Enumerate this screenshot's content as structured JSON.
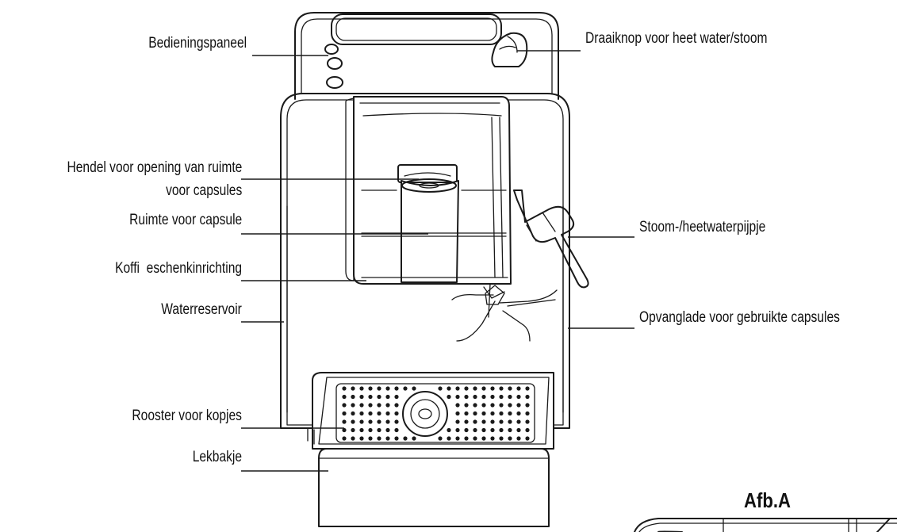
{
  "figure_label": "Afb.A",
  "callouts": {
    "control_panel": "Bedieningspaneel",
    "capsule_lever_line1": "Hendel voor opening van ruimte",
    "capsule_lever_line2": "voor capsules",
    "capsule_compartment": "Ruimte voor capsule",
    "coffee_dispenser": "Koffi  eschenkinrichting",
    "water_reservoir": "Waterreservoir",
    "cup_grid": "Rooster voor kopjes",
    "drip_tray": "Lekbakje",
    "steam_knob": "Draaiknop voor heet water/stoom",
    "steam_wand": "Stoom-/heetwaterpijpje",
    "capsule_drawer": "Opvanglade voor gebruikte capsules"
  }
}
